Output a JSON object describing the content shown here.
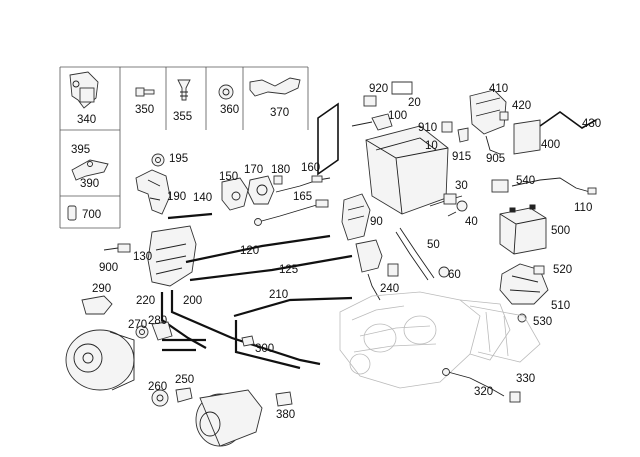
{
  "labels": {
    "p10": "10",
    "p20": "20",
    "p30": "30",
    "p40": "40",
    "p50": "50",
    "p60": "60",
    "p90": "90",
    "p100": "100",
    "p110": "110",
    "p120": "120",
    "p125": "125",
    "p130": "130",
    "p140": "140",
    "p150": "150",
    "p160": "160",
    "p165": "165",
    "p170": "170",
    "p180": "180",
    "p190": "190",
    "p195": "195",
    "p200": "200",
    "p210": "210",
    "p220": "220",
    "p240": "240",
    "p250": "250",
    "p260": "260",
    "p270": "270",
    "p280": "280",
    "p290": "290",
    "p300": "300",
    "p320": "320",
    "p330": "330",
    "p340": "340",
    "p350": "350",
    "p355": "355",
    "p360": "360",
    "p370": "370",
    "p380": "380",
    "p390": "390",
    "p395": "395",
    "p400": "400",
    "p410": "410",
    "p420": "420",
    "p430": "430",
    "p500": "500",
    "p510": "510",
    "p520": "520",
    "p530": "530",
    "p540": "540",
    "p700": "700",
    "p900": "900",
    "p905": "905",
    "p910": "910",
    "p915": "915",
    "p920": "920"
  }
}
